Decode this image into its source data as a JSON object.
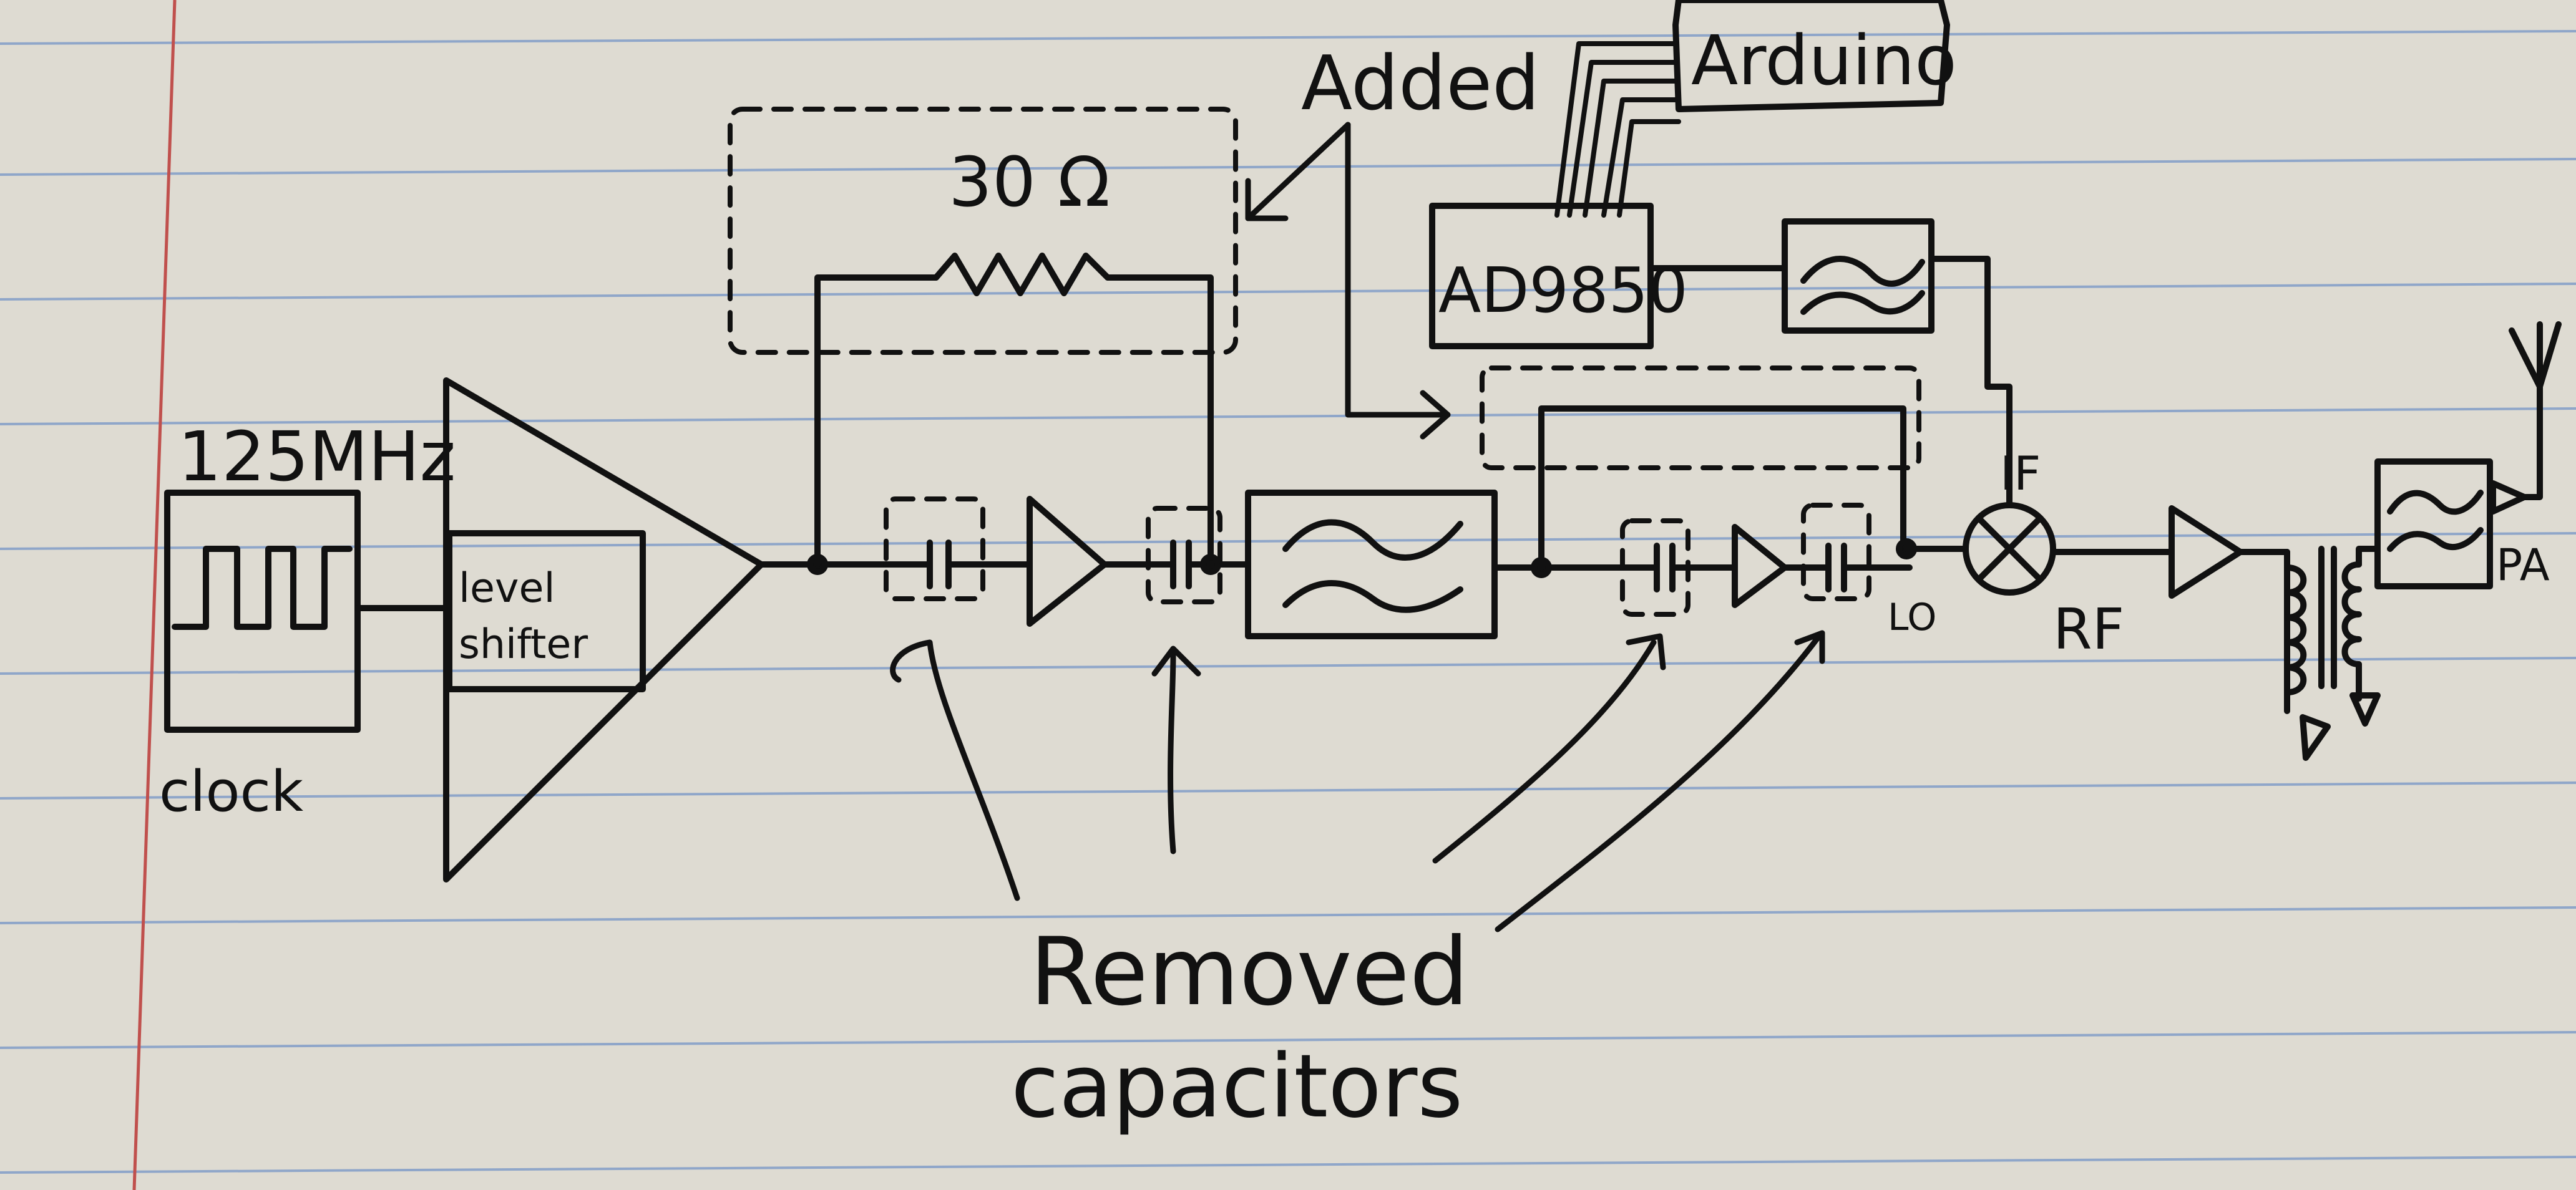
{
  "labels": {
    "clock_freq": "125MHz",
    "clock": "clock",
    "level_shifter_1": "level",
    "level_shifter_2": "shifter",
    "resistor_value": "30 Ω",
    "added": "Added",
    "arduino": "Arduino",
    "ad9850": "AD9850",
    "if": "IF",
    "rf": "RF",
    "lo": "LO",
    "pa": "PA",
    "removed": "Removed",
    "capacitors": "capacitors"
  },
  "colors": {
    "paper": "#dedbd2",
    "ruled_line": "#8fa6c9",
    "margin_line": "#c0504d",
    "ink": "#111111"
  }
}
